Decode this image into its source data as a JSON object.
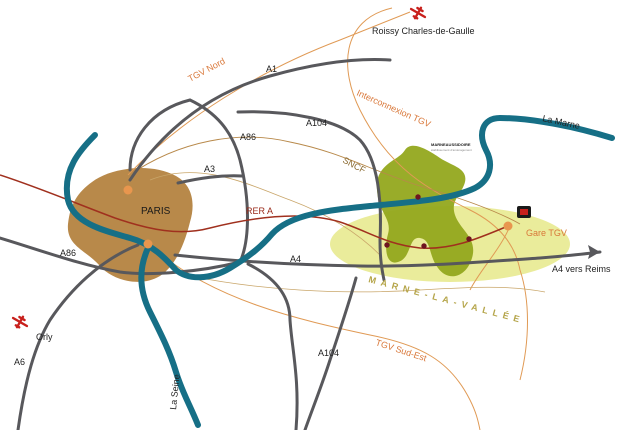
{
  "map": {
    "paris_label": "PARIS",
    "roissy_label": "Roissy Charles-de-Gaulle",
    "orly_label": "Orly",
    "tgv_nord_label": "TGV Nord",
    "tgv_sud_est_label": "TGV Sud-Est",
    "interconnexion_label": "Interconnexion TGV",
    "sncf_label": "SNCF",
    "rer_label": "RER A",
    "gare_tgv_label": "Gare TGV",
    "marne_river_label": "La Marne",
    "seine_river_label": "La Seine",
    "a1_label": "A1",
    "a3_label": "A3",
    "a4_label": "A4",
    "a4_reims_label": "A4 vers Reims",
    "a6_label": "A6",
    "a86_label_west": "A86",
    "a86_label_north": "A86",
    "a104_label_north": "A104",
    "a104_label_south": "A104",
    "mlv_label": "MARNE-LA-VALLÉE",
    "logo_text": "MARNEAUSSIDOIRE",
    "logo_subtext": "établissement d'aménagement",
    "colors": {
      "river": "#166f86",
      "road": "#58585c",
      "tgv": "#e09a55",
      "rer": "#a0301e",
      "paris": "#b8894a",
      "mlv_zone": "#e6e98a",
      "mlv_shape": "#94a81e",
      "airplane": "#c8201c"
    }
  }
}
